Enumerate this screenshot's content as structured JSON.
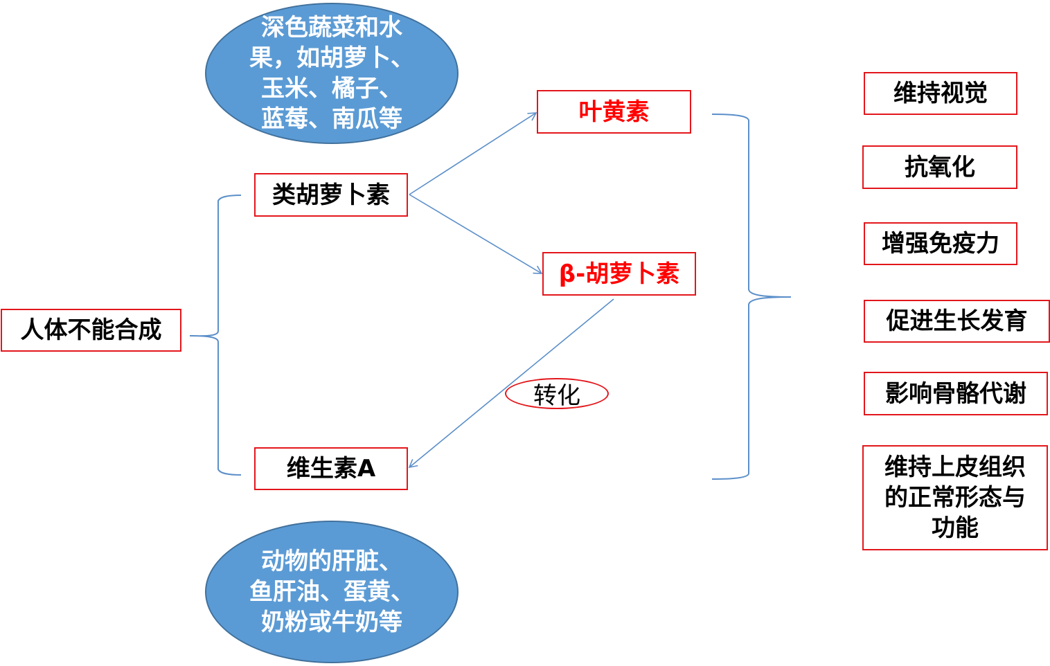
{
  "diagram": {
    "root": {
      "label": "人体不能合成"
    },
    "compounds": {
      "carotenoid": {
        "label": "类胡萝卜素"
      },
      "vitamin_a": {
        "label": "维生素A"
      },
      "lutein": {
        "label": "叶黄素"
      },
      "beta_carotene": {
        "label": "β-胡萝卜素"
      }
    },
    "sources": {
      "plant": {
        "text": "深色蔬菜和水\n果，如胡萝卜、\n玉米、橘子、\n蓝莓、南瓜等"
      },
      "animal": {
        "text": "动物的肝脏、\n鱼肝油、蛋黄、\n奶粉或牛奶等"
      }
    },
    "conversion_label": "转化",
    "functions": [
      {
        "label": "维持视觉"
      },
      {
        "label": "抗氧化"
      },
      {
        "label": "增强免疫力"
      },
      {
        "label": "促进生长发育"
      },
      {
        "label": "影响骨骼代谢"
      },
      {
        "label": "维持上皮组织\n的正常形态与\n功能"
      }
    ],
    "colors": {
      "ellipse_fill": "#5b9bd5",
      "box_border": "#e3161b",
      "highlight_text": "#ff0000",
      "connector": "#5b8fc9"
    }
  }
}
